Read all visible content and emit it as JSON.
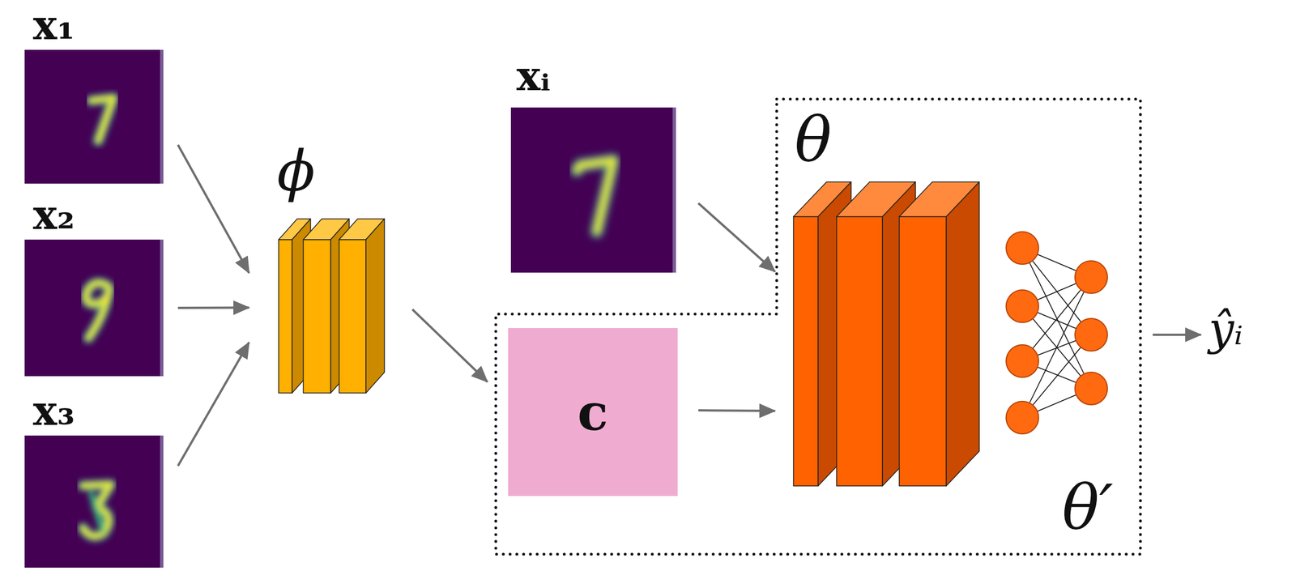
{
  "diagram": {
    "nodes": [
      {
        "text": [
          "x₁"
        ]
      },
      {
        "text": [
          "x₂"
        ]
      },
      {
        "text": [
          "x₃"
        ]
      },
      {
        "text": [
          "ϕ"
        ]
      },
      {
        "text": [
          "xᵢ"
        ]
      },
      {
        "text": [
          "θ′"
        ]
      },
      {
        "text": [
          "θ"
        ],
        "in": 5
      },
      {
        "text": [
          "c"
        ],
        "in": 5
      }
    ],
    "edges": [
      {
        "from": 0,
        "to": 3,
        "arrow": "to"
      },
      {
        "from": 1,
        "to": 3,
        "arrow": "to"
      },
      {
        "from": 2,
        "to": 3,
        "arrow": "to"
      },
      {
        "from": 3,
        "to": 7,
        "arrow": "to"
      },
      {
        "from": 4,
        "to": 6,
        "arrow": "to"
      },
      {
        "from": 7,
        "to": 6,
        "arrow": "to"
      }
    ],
    "labels": [
      "ŷᵢ"
    ]
  }
}
